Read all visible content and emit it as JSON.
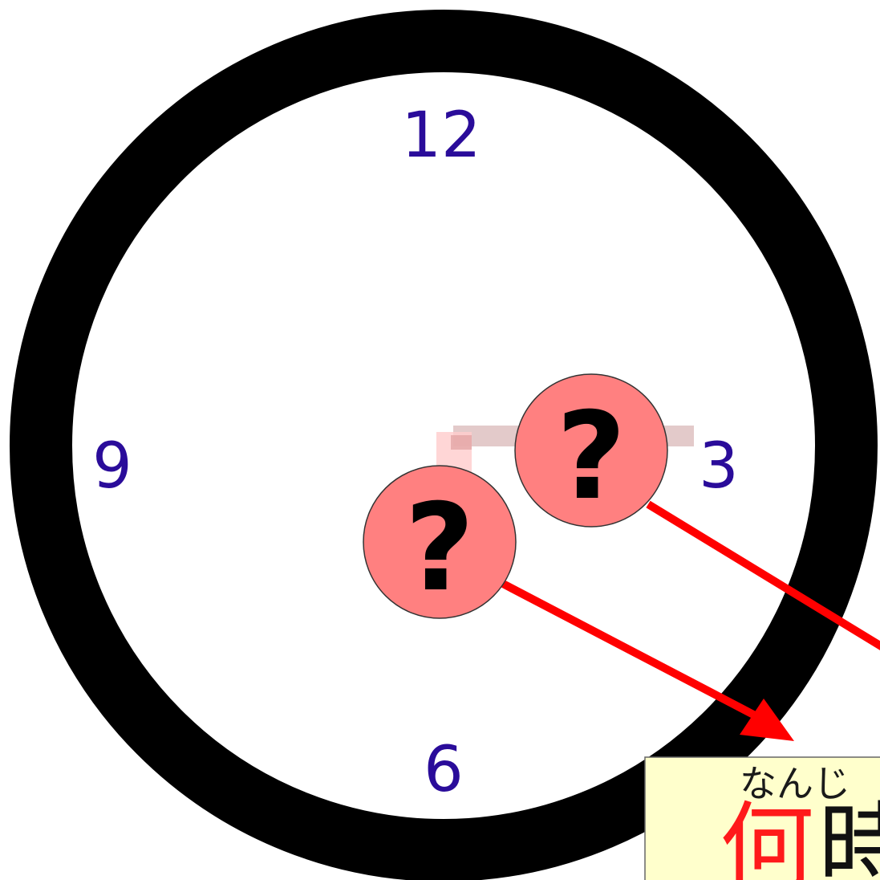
{
  "clock": {
    "numerals": {
      "twelve": "12",
      "three": "3",
      "six": "6",
      "nine": "9"
    }
  },
  "hands": {
    "hour_question": "?",
    "minute_question": "?"
  },
  "label_box": {
    "furigana": "なんじ",
    "kanji_first": "何",
    "kanji_second": "時"
  },
  "colors": {
    "ring": "#000000",
    "numerals": "#2a0c9a",
    "bubble_fill": "#ff8080",
    "arrow": "#ff0000",
    "label_bg": "#ffffcc"
  }
}
